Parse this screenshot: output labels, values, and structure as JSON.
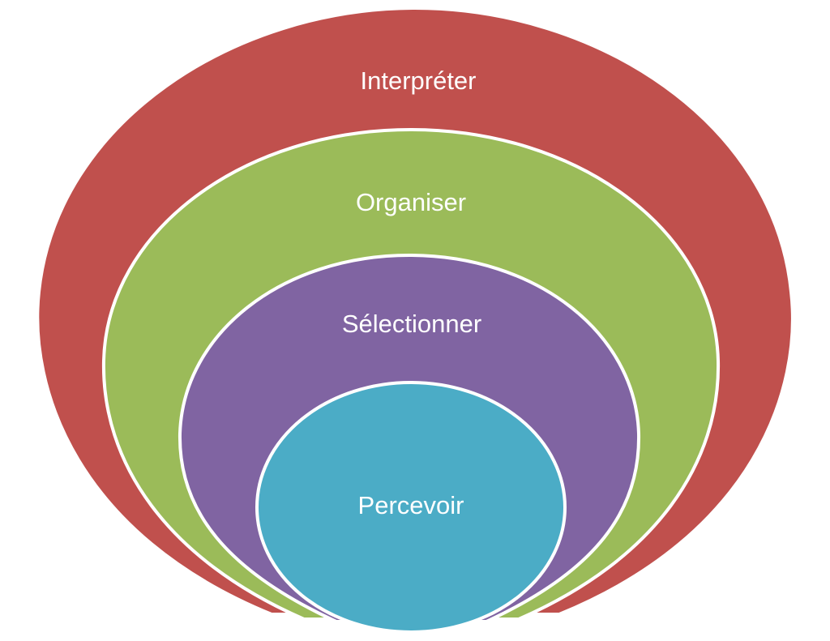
{
  "diagram": {
    "type": "nested-ellipses",
    "rings": [
      {
        "id": "interpreter",
        "label": "Interpréter",
        "color": "#C0504D"
      },
      {
        "id": "organiser",
        "label": "Organiser",
        "color": "#9BBB59"
      },
      {
        "id": "selectionner",
        "label": "Sélectionner",
        "color": "#8064A2"
      },
      {
        "id": "percevoir",
        "label": "Percevoir",
        "color": "#4BACC6"
      }
    ]
  }
}
